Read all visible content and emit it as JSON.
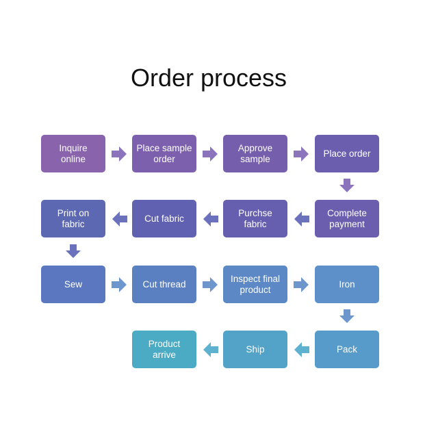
{
  "title": "Order process",
  "colors": {
    "row1": [
      "#8a63ad",
      "#7d60ad",
      "#755fad",
      "#6c5eae"
    ],
    "row2": [
      "#5d68b3",
      "#6161b1",
      "#665fb0",
      "#6b5eae"
    ],
    "row3": [
      "#5a77bf",
      "#5b80c2",
      "#5c88c6",
      "#5d8fc8"
    ],
    "row4": [
      "#4baac4",
      "#53a3c8",
      "#569bc9"
    ],
    "arrow_row1": "#8b74bb",
    "arrow_row2": "#6c71bd",
    "arrow_row3": "#6d96cc",
    "arrow_row4": "#5fb2cf"
  },
  "steps": [
    {
      "label": "Inquire\nonline"
    },
    {
      "label": "Place sample\norder"
    },
    {
      "label": "Approve\nsample"
    },
    {
      "label": "Place order"
    },
    {
      "label": "Complete\npayment"
    },
    {
      "label": "Purchse\nfabric"
    },
    {
      "label": "Cut fabric"
    },
    {
      "label": "Print on\nfabric"
    },
    {
      "label": "Sew"
    },
    {
      "label": "Cut thread"
    },
    {
      "label": "Inspect final\nproduct"
    },
    {
      "label": "Iron"
    },
    {
      "label": "Pack"
    },
    {
      "label": "Ship"
    },
    {
      "label": "Product\narrive"
    }
  ],
  "arrows": [
    {
      "icon": "arrow-right-icon"
    },
    {
      "icon": "arrow-right-icon"
    },
    {
      "icon": "arrow-right-icon"
    },
    {
      "icon": "arrow-down-icon"
    },
    {
      "icon": "arrow-left-icon"
    },
    {
      "icon": "arrow-left-icon"
    },
    {
      "icon": "arrow-left-icon"
    },
    {
      "icon": "arrow-down-icon"
    },
    {
      "icon": "arrow-right-icon"
    },
    {
      "icon": "arrow-right-icon"
    },
    {
      "icon": "arrow-right-icon"
    },
    {
      "icon": "arrow-down-icon"
    },
    {
      "icon": "arrow-left-icon"
    },
    {
      "icon": "arrow-left-icon"
    }
  ]
}
